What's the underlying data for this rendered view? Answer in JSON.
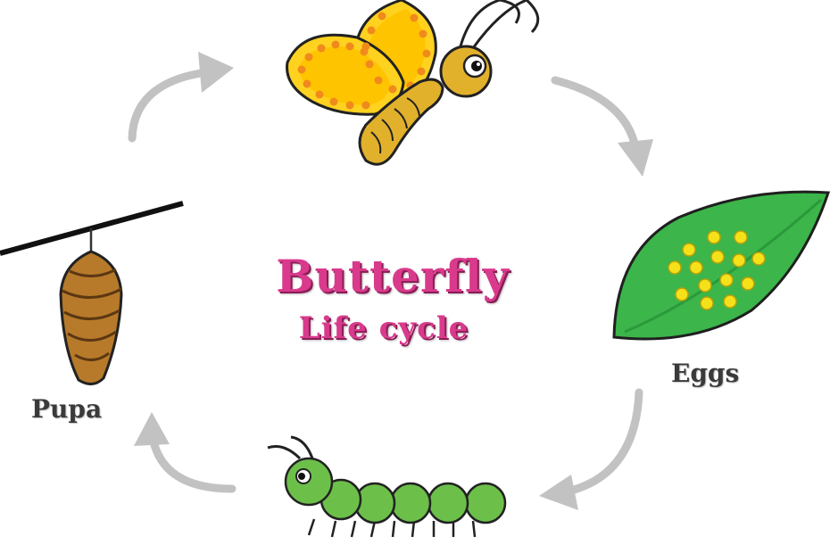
{
  "title": "Butterfly",
  "subtitle": "Life cycle",
  "stages": {
    "eggs": "Eggs",
    "pupa": "Pupa"
  },
  "colors": {
    "title": "#d93a8c",
    "arrow": "#c2c2c2",
    "leaf": "#3cb54a",
    "egg": "#f5e11a",
    "wing": "#ffd21f",
    "caterpillar": "#6cc04a",
    "pupa": "#b77a2a"
  },
  "icons": [
    "butterfly-icon",
    "leaf-eggs-icon",
    "caterpillar-icon",
    "pupa-icon",
    "cycle-arrow-icon"
  ]
}
